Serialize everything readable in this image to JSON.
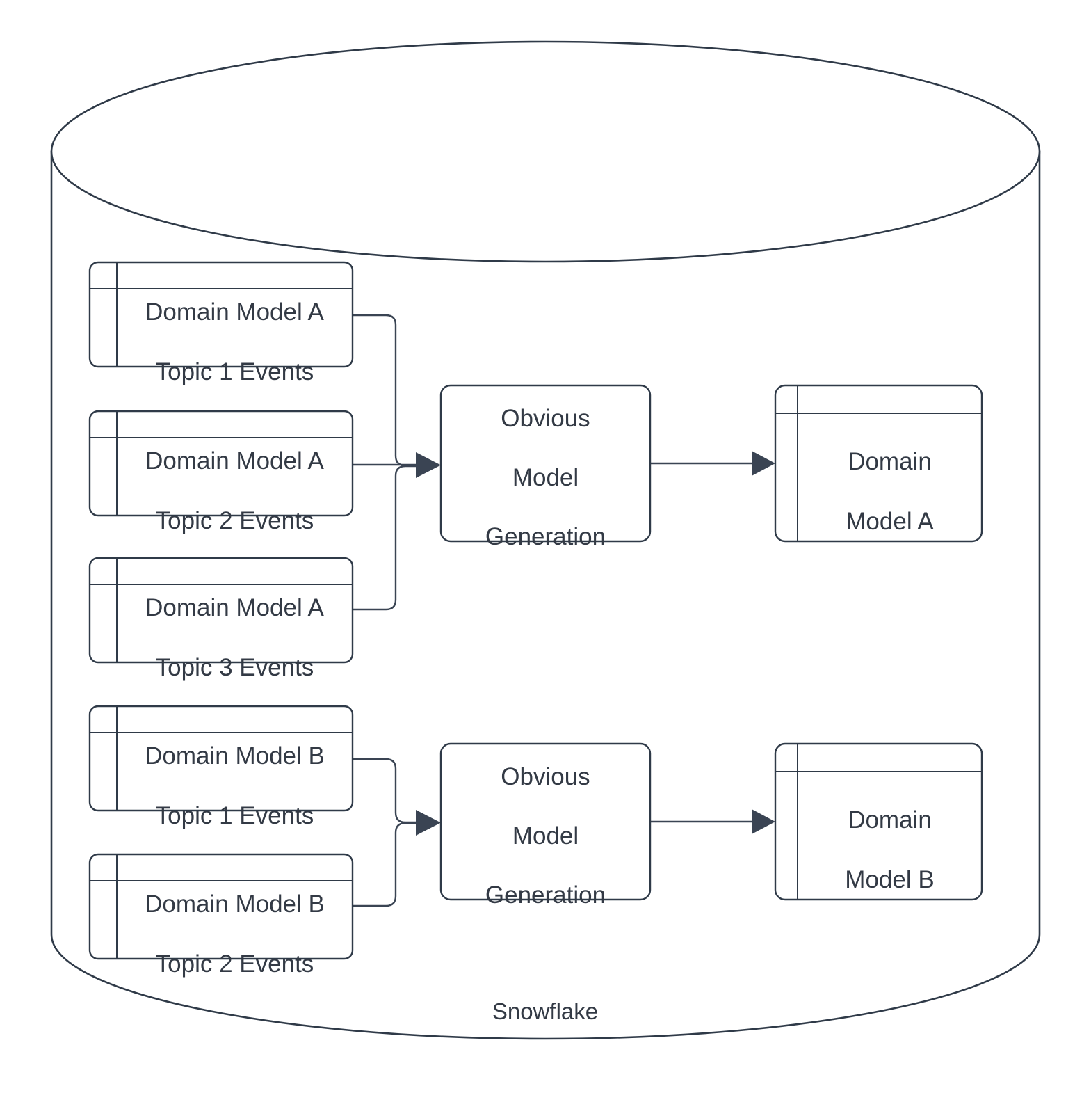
{
  "diagram": {
    "title": "Snowflake domain model generation",
    "container": {
      "label": "Snowflake",
      "shape": "cylinder"
    },
    "colors": {
      "stroke": "#2f3a48",
      "text": "#333a45",
      "arrow": "#3a4453",
      "background": "#ffffff"
    },
    "source_tables": [
      {
        "id": "a-topic-1",
        "line1": "Domain Model A",
        "line2": "Topic 1 Events"
      },
      {
        "id": "a-topic-2",
        "line1": "Domain Model A",
        "line2": "Topic 2 Events"
      },
      {
        "id": "a-topic-3",
        "line1": "Domain Model A",
        "line2": "Topic 3 Events"
      },
      {
        "id": "b-topic-1",
        "line1": "Domain Model B",
        "line2": "Topic 1 Events"
      },
      {
        "id": "b-topic-2",
        "line1": "Domain Model B",
        "line2": "Topic 2 Events"
      }
    ],
    "processes": [
      {
        "id": "proc-a",
        "line1": "Obvious",
        "line2": "Model",
        "line3": "Generation"
      },
      {
        "id": "proc-b",
        "line1": "Obvious",
        "line2": "Model",
        "line3": "Generation"
      }
    ],
    "outputs": [
      {
        "id": "model-a",
        "line1": "Domain",
        "line2": "Model A"
      },
      {
        "id": "model-b",
        "line1": "Domain",
        "line2": "Model B"
      }
    ],
    "flows": [
      {
        "from": "a-topic-1",
        "to": "proc-a"
      },
      {
        "from": "a-topic-2",
        "to": "proc-a"
      },
      {
        "from": "a-topic-3",
        "to": "proc-a"
      },
      {
        "from": "proc-a",
        "to": "model-a"
      },
      {
        "from": "b-topic-1",
        "to": "proc-b"
      },
      {
        "from": "b-topic-2",
        "to": "proc-b"
      },
      {
        "from": "proc-b",
        "to": "model-b"
      }
    ]
  }
}
